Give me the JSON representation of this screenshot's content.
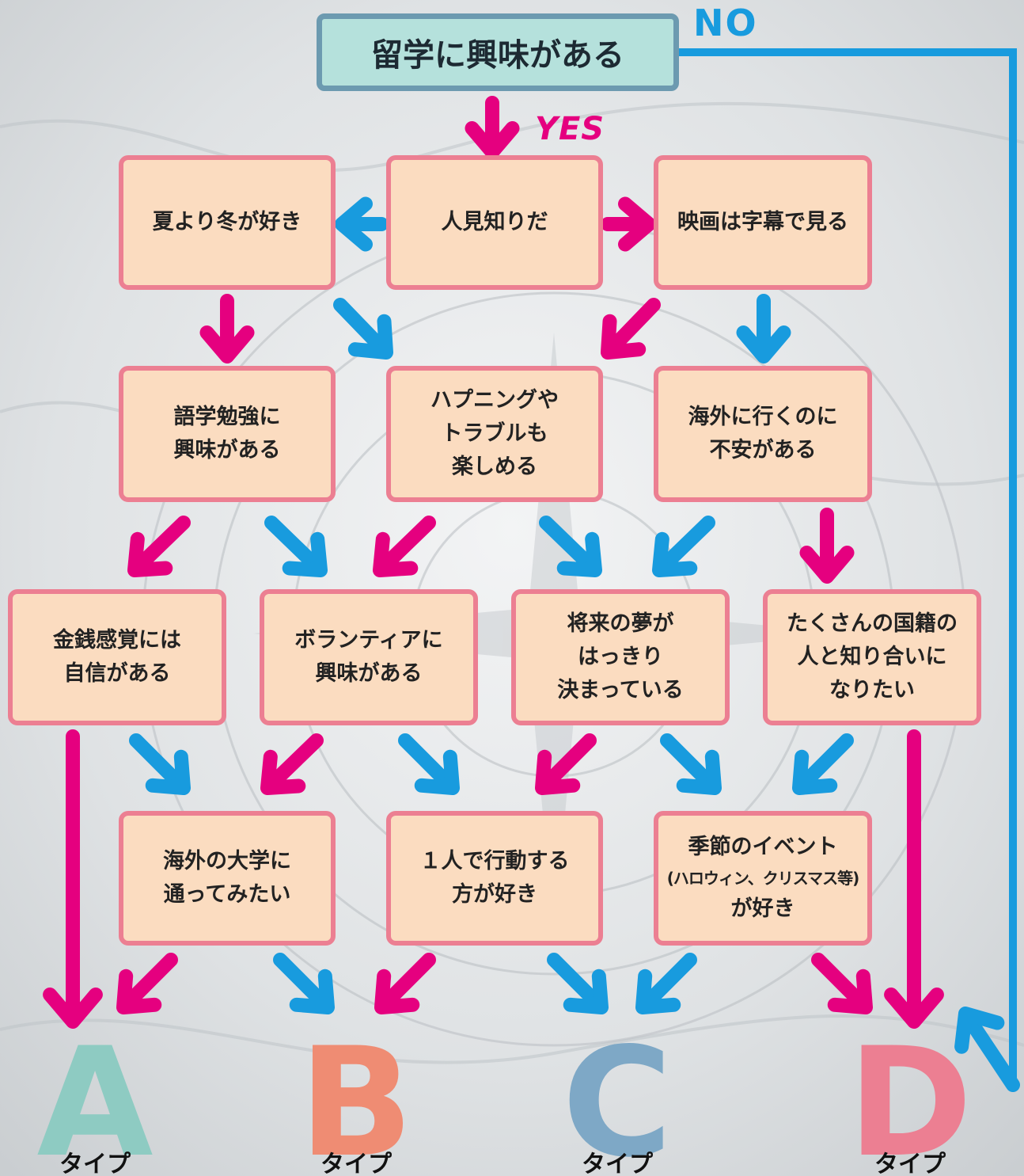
{
  "colors": {
    "yes_arrow": "#e5007f",
    "no_arrow": "#189bde",
    "start_fill": "#b5e1dc",
    "start_border": "#6c9ab0",
    "box_fill": "#fbdcc0",
    "box_border": "#ec7f92",
    "type_a": "#8ecbc2",
    "type_b": "#ef8c73",
    "type_c": "#7ea8c6",
    "type_d": "#ec7f92"
  },
  "start": {
    "text": "留学に興味がある"
  },
  "labels": {
    "yes": "YES",
    "no": "NO"
  },
  "row1": {
    "left": "夏より冬が好き",
    "center": "人見知りだ",
    "right": "映画は字幕で見る"
  },
  "row2": {
    "left": "語学勉強に\n興味がある",
    "center": "ハプニングや\nトラブルも\n楽しめる",
    "right": "海外に行くのに\n不安がある"
  },
  "row3": {
    "a": "金銭感覚には\n自信がある",
    "b": "ボランティアに\n興味がある",
    "c": "将来の夢が\nはっきり\n決まっている",
    "d": "たくさんの国籍の\n人と知り合いに\nなりたい"
  },
  "row4": {
    "left": "海外の大学に\n通ってみたい",
    "center": "１人で行動する\n方が好き",
    "right_line1": "季節のイベント",
    "right_line2": "(ハロウィン、クリスマス等)",
    "right_line3": "が好き"
  },
  "types": [
    {
      "letter": "A",
      "caption": "タイプ",
      "color_key": "type_a"
    },
    {
      "letter": "B",
      "caption": "タイプ",
      "color_key": "type_b"
    },
    {
      "letter": "C",
      "caption": "タイプ",
      "color_key": "type_c"
    },
    {
      "letter": "D",
      "caption": "タイプ",
      "color_key": "type_d"
    }
  ]
}
